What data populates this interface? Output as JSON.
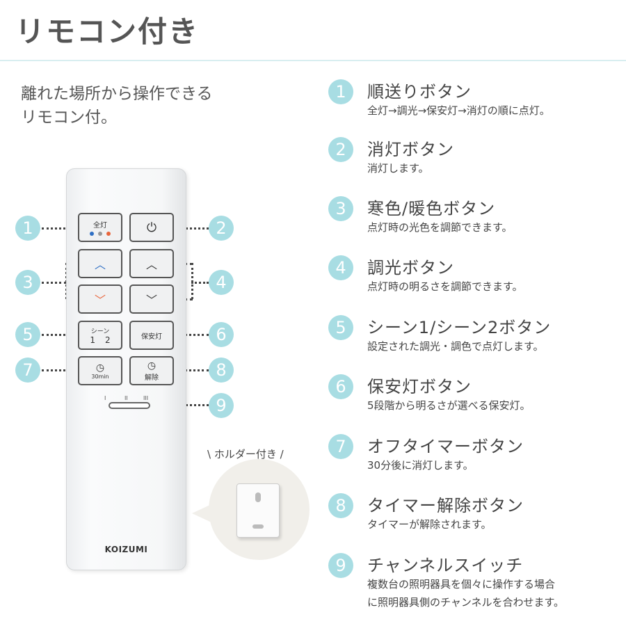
{
  "title": "リモコン付き",
  "subtitle": [
    "離れた場所から操作できる",
    "リモコン付。"
  ],
  "remote": {
    "buttons": {
      "all_on": "全灯",
      "power_icon": "⏻",
      "up": "︿",
      "down": "﹀",
      "scene_label": "シーン",
      "scene_1": "1",
      "scene_2": "2",
      "night_light": "保安灯",
      "timer_30": "30min",
      "timer_cancel": "解除",
      "clock_icon": "◷"
    },
    "switch_positions": [
      "I",
      "II",
      "III"
    ],
    "brand": "KOIZUMI",
    "dot_colors": [
      "#2f6fc4",
      "#999999",
      "#e8643a"
    ]
  },
  "holder_label": "\\ ホルダー付き /",
  "callouts": [
    "1",
    "2",
    "3",
    "4",
    "5",
    "6",
    "7",
    "8",
    "9"
  ],
  "items": [
    {
      "num": "1",
      "title": "順送りボタン",
      "desc": [
        "全灯→調光→保安灯→消灯の順に点灯。"
      ]
    },
    {
      "num": "2",
      "title": "消灯ボタン",
      "desc": [
        "消灯します。"
      ]
    },
    {
      "num": "3",
      "title": "寒色/暖色ボタン",
      "desc": [
        "点灯時の光色を調節できます。"
      ]
    },
    {
      "num": "4",
      "title": "調光ボタン",
      "desc": [
        "点灯時の明るさを調節できます。"
      ]
    },
    {
      "num": "5",
      "title": "シーン1/シーン2ボタン",
      "desc": [
        "設定された調光・調色で点灯します。"
      ]
    },
    {
      "num": "6",
      "title": "保安灯ボタン",
      "desc": [
        "5段階から明るさが選べる保安灯。"
      ]
    },
    {
      "num": "7",
      "title": "オフタイマーボタン",
      "desc": [
        "30分後に消灯します。"
      ]
    },
    {
      "num": "8",
      "title": "タイマー解除ボタン",
      "desc": [
        "タイマーが解除されます。"
      ]
    },
    {
      "num": "9",
      "title": "チャンネルスイッチ",
      "desc": [
        "複数台の照明器具を個々に操作する場合",
        "に照明器具側のチャンネルを合わせます。"
      ]
    }
  ],
  "accent": "#a8dde3"
}
